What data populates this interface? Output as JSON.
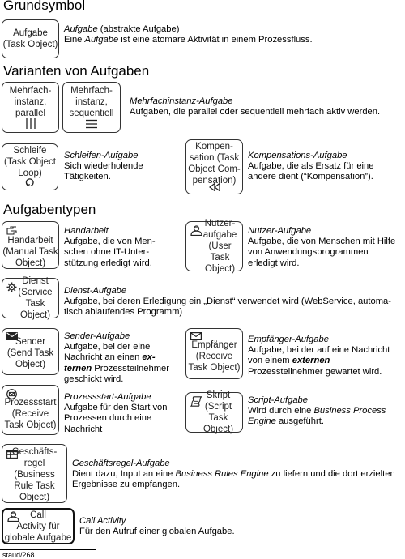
{
  "sections": {
    "grundsymbol": "Grundsymbol",
    "varianten": "Varianten von Aufgaben",
    "typen": "Aufgabentypen"
  },
  "boxes": {
    "aufgabe": "Aufgabe\n(Task Object)",
    "mi_parallel": "Mehrfach-\ninstanz,\nparallel",
    "mi_sequentiell": "Mehrfach-\ninstanz,\nsequentiell",
    "schleife": "Schleife\n(Task Object\nLoop)",
    "kompensation": "Kompen-\nsation (Task\nObject Com-\npensation)",
    "handarbeit": "Handarbeit\n(Manual Task\nObject)",
    "nutzer": "Nutzer-\naufgabe\n(User\nTask Object)",
    "dienst": "Dienst\n(Service\nTask Object)",
    "sender": "Sender\n(Send Task\nObject)",
    "empfaenger": "Empfänger\n(Receive\nTask Object)",
    "prozessstart": "Prozessstart\n(Receive\nTask Object)",
    "skript": "Skript\n(Script\nTask Object)",
    "geschaeftsregel": "Geschäfts-\nregel\n(Business\nRule Task\nObject)",
    "call": "Call\nActivity für\nglobale Aufgabe"
  },
  "desc": {
    "aufgabe": {
      "title": "Aufgabe",
      "title_suffix": " (abstrakte Aufgabe)",
      "p1": "Eine ",
      "p2": "Aufgabe",
      "p3": " ist eine atomare Aktivität in einem Prozessfluss."
    },
    "mehrfach": {
      "title": "Mehrfachinstanz-Aufgabe",
      "body": "Aufgaben, die parallel oder sequentiell mehrfach aktiv werden."
    },
    "schleife": {
      "title": "Schleifen-Aufgabe",
      "l1": "Sich wiederholende",
      "l2": "Tätigkeiten."
    },
    "kompensation": {
      "title": "Kompensations-Aufgabe",
      "l1": "Aufgabe, die als Ersatz für eine",
      "l2": "andere dient (“Kompensation”)."
    },
    "handarbeit": {
      "title": "Handarbeit",
      "l1": "Aufgabe, die von Men-",
      "l2": "schen ohne IT-Unter-",
      "l3": "stützung erledigt wird."
    },
    "nutzer": {
      "title": "Nutzer-Aufgabe",
      "l1": "Aufgabe, die von Menschen mit Hilfe",
      "l2": "von Anwendungsprogrammen",
      "l3": "erledigt wird."
    },
    "dienst": {
      "title": "Dienst-Aufgabe",
      "l1": "Aufgabe, bei deren Erledigung ein „Dienst“ verwendet wird (WebService, automa-",
      "l2": "tisch ablaufendes Programm)"
    },
    "sender": {
      "title": "Sender-Aufgabe",
      "l1": "Aufgabe, bei der eine",
      "l2": "Nachricht an einen ",
      "l2b": "ex-",
      "l3a": "ternen",
      "l3b": " Prozessteilnehmer",
      "l4": "geschickt wird."
    },
    "empfaenger": {
      "title": "Empfänger-Aufgabe",
      "l1": "Aufgabe, bei der auf eine Nachricht",
      "l2a": "von einem ",
      "l2b": "externen",
      "l3": "Prozessteilnehmer gewartet wird."
    },
    "prozessstart": {
      "title": "Prozessstart-Aufgabe",
      "l1": "Aufgabe für den Start von",
      "l2": "Prozessen durch eine",
      "l3": "Nachricht"
    },
    "skript": {
      "title": "Script-Aufgabe",
      "l1a": "Wird durch eine ",
      "l1b": "Business Process",
      "l2a": "Engine",
      "l2b": " ausgeführt."
    },
    "geschaeftsregel": {
      "title": "Geschäftsregel-Aufgabe",
      "l1a": "Dient dazu, Input an eine ",
      "l1b": "Business Rules Engine",
      "l1c": " zu liefern und die dort erzielten",
      "l2": "Ergebnisse zu empfangen."
    },
    "call": {
      "title": "Call Activity",
      "l1": "Für den Aufruf einer globalen Aufgabe."
    }
  },
  "footer": "staud/268"
}
